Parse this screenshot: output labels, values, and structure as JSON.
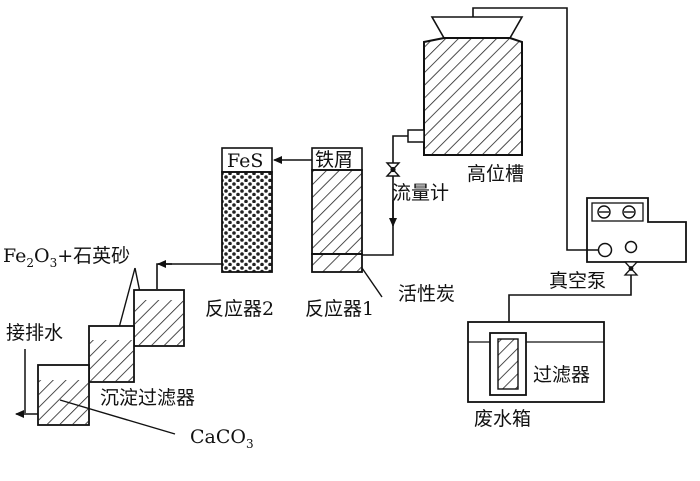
{
  "labels": {
    "feS": "FeS",
    "iron_scraps": "铁屑",
    "flowmeter": "流量计",
    "high_tank": "高位槽",
    "vacuum_pump": "真空泵",
    "filter": "过滤器",
    "waste_tank": "废水箱",
    "reactor2": "反应器2",
    "reactor1": "反应器1",
    "activated_carbon": "活性炭",
    "fe2o3_fe": "Fe",
    "fe2o3_sub2": "2",
    "fe2o3_o": "O",
    "fe2o3_sub3": "3",
    "fe2o3_rest": "+石英砂",
    "discharge": "接排水",
    "settling_filter": "沉淀过滤器",
    "caco3_main": "CaCO",
    "caco3_sub": "3"
  },
  "colors": {
    "stroke": "#111111",
    "hatch": "#222222",
    "background": "#ffffff"
  }
}
